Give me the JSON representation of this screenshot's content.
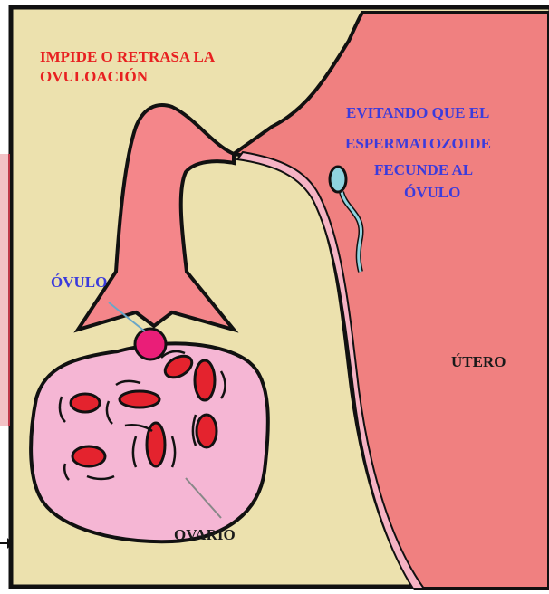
{
  "labels": {
    "effect_line1": "IMPIDE O RETRASA LA",
    "effect_line2": "OVULOACIÓN",
    "prevent_line1": "EVITANDO QUE EL",
    "prevent_line2": "ESPERMATOZOIDE",
    "prevent_line3": "FECUNDE AL",
    "prevent_line4": "ÓVULO",
    "ovum": "ÓVULO",
    "uterus": "ÚTERO",
    "ovary": "OVARIO"
  },
  "colors": {
    "background": "#ece1ae",
    "uterus": "#f08080",
    "tube": "#f4868a",
    "lining": "#f6b3c4",
    "ovary": "#f5b6d4",
    "follicle": "#e4232e",
    "ovum": "#ea1e78",
    "sperm": "#8fd3df",
    "red_text": "#e82020",
    "blue_text": "#3b3bdc",
    "dark_text": "#1a1a1a"
  }
}
